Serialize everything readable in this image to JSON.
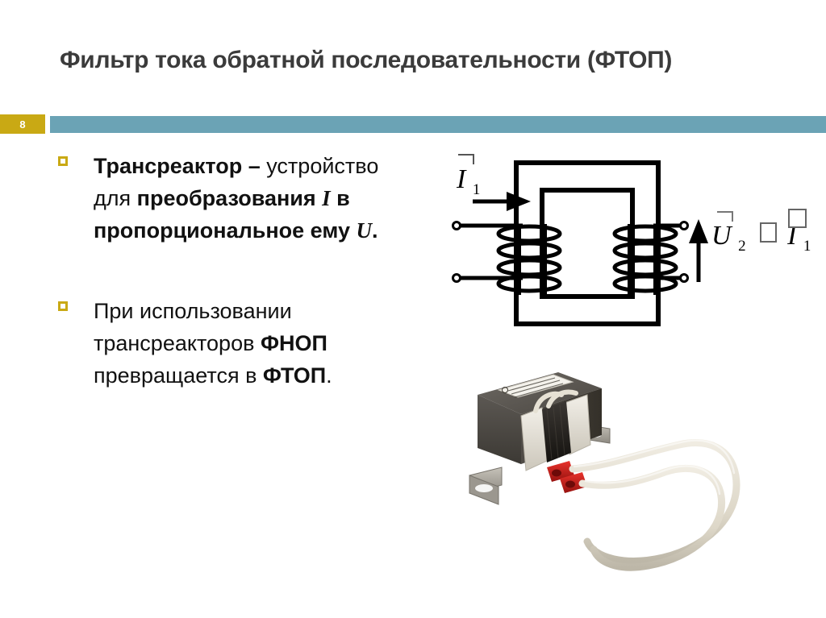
{
  "slide": {
    "title": "Фильтр тока обратной последовательности (ФТОП)",
    "page_number": "8",
    "accent_gold": "#c9a914",
    "accent_teal": "#6ba3b5",
    "title_color": "#3b3b3b"
  },
  "bullets": [
    {
      "marker": "hollow-square",
      "segments": [
        {
          "text": "Трансреактор",
          "style": "bold"
        },
        {
          "text": " – ",
          "style": "bold"
        },
        {
          "text": "устройство для ",
          "style": "regular"
        },
        {
          "text": "преобразования ",
          "style": "bold"
        },
        {
          "text": "I",
          "style": "math"
        },
        {
          "text": " в пропорциональное ему ",
          "style": "bold"
        },
        {
          "text": "U",
          "style": "math"
        },
        {
          "text": ".",
          "style": "bold"
        }
      ],
      "plain": "Трансреактор – устройство для преобразования I в пропорциональное ему U."
    },
    {
      "marker": "hollow-square",
      "segments": [
        {
          "text": "При использовании трансреакторов ",
          "style": "regular"
        },
        {
          "text": "ФНОП",
          "style": "bold"
        },
        {
          "text": " превращается в ",
          "style": "regular"
        },
        {
          "text": "ФТОП",
          "style": "bold"
        },
        {
          "text": ".",
          "style": "regular"
        }
      ],
      "plain": "При использовании трансреакторов ФНОП превращается в ФТОП."
    }
  ],
  "diagram": {
    "name": "transformer-schematic",
    "description": "Трансреактор: магнитопровод с первичной и вторичной обмотками",
    "labels": {
      "primary_current": "İ₁",
      "primary_current_base": "I",
      "primary_current_subscript": "1",
      "secondary_voltage": "Ū₂",
      "secondary_voltage_base": "U",
      "secondary_voltage_subscript": "2",
      "relation_operator": "□",
      "relation_right_base": "I",
      "relation_right_subscript": "1",
      "relation_full": "Ū₂ □ İ₁"
    },
    "primary_winding_turns": 4,
    "secondary_winding_turns": 4,
    "terminals": 4,
    "line_color": "#000000"
  },
  "photo": {
    "name": "transformer-photograph",
    "caption": "",
    "core_color": "#55514c",
    "bobbin_color": "#e8e5de",
    "bracket_color": "#a8a49c",
    "connector_color": "#c9201c",
    "wire_color": "#ded9cd",
    "label_text": ""
  }
}
